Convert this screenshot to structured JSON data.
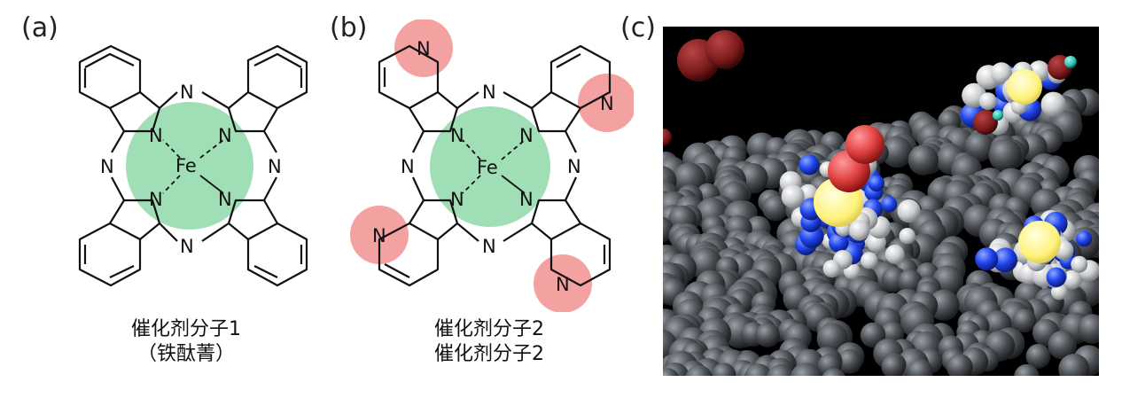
{
  "panels": {
    "a": {
      "label": "(a)",
      "caption_line1": "催化剂分子1",
      "caption_line2": "（铁酞菁）",
      "metal": "Fe",
      "atoms": [
        "N",
        "N",
        "N",
        "N",
        "N",
        "N",
        "N",
        "N"
      ]
    },
    "b": {
      "label": "(b)",
      "caption_line1": "催化剂分子2",
      "caption_line2": "催化剂分子2",
      "metal": "Fe",
      "atoms": [
        "N",
        "N",
        "N",
        "N",
        "N",
        "N",
        "N",
        "N"
      ],
      "pyridine_n": [
        "N",
        "N",
        "N",
        "N"
      ]
    },
    "c": {
      "label": "(c)"
    }
  },
  "colors": {
    "center_highlight": "#8fd9a8",
    "pyridine_highlight": "#f08a8a",
    "carbon_sphere": "#555a60",
    "nitrogen_sphere": "#1a3ee8",
    "hydrogen_sphere": "#e6e6e6",
    "iron_sphere": "#fff27a",
    "oxygen_sphere": "#e04040"
  }
}
